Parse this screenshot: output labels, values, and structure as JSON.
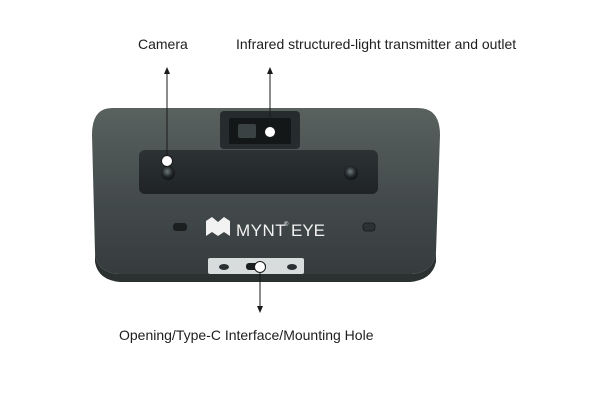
{
  "labels": {
    "camera": "Camera",
    "infrared": "Infrared structured-light transmitter and outlet",
    "bottom": "Opening/Type-C Interface/Mounting Hole"
  },
  "device": {
    "brand_main": "MYNT",
    "brand_reg": "®",
    "brand_sub": "EYE",
    "brand_icon": "mynt-m-logo-icon",
    "body_color": "#3d4446",
    "panel_color": "#2a2f31",
    "marker_color": "#ffffff",
    "line_color": "#1a1a1a"
  }
}
